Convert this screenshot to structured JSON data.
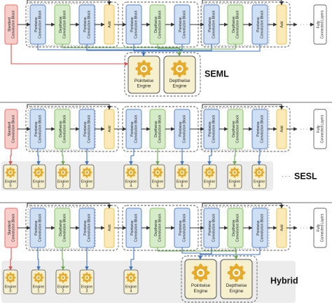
{
  "colors": {
    "red": "#ea6f6a",
    "red_fill": "#f7cdca",
    "blue": "#5b86c5",
    "blue_fill": "#cfe0f5",
    "green": "#8bbf6a",
    "green_fill": "#d6ecc9",
    "yellow": "#e8c45a",
    "yellow_fill": "#fbeab7",
    "gear": "#e6ab2b",
    "gear_hole": "#ffffff",
    "engine_fill": "#f6f0cf",
    "engine_border": "#555555",
    "grey_panel": "#ececec",
    "separator": "#8a8a8a",
    "line": "#333333"
  },
  "labels": {
    "standard": "Standard Convolution Block",
    "pointwise": "Pointwise Convolution Block",
    "depthwise": "Depthwise Convolution Block",
    "add": "Add",
    "fc": "Fully Connected Layers",
    "ellipsis": "· · · ·",
    "engine": "Engine",
    "pointwise_engine": "Pointwise Engine",
    "depthwise_engine": "Depthwise Engine"
  },
  "icons": {
    "engine": "gear-icon"
  },
  "panels": [
    {
      "id": "seml",
      "title": "SEML",
      "engines": []
    },
    {
      "id": "sesl",
      "title": "SESL",
      "title_ellipsis": "· · ·",
      "engines": [
        "0",
        "1",
        "2",
        "3",
        "4",
        "5",
        "6",
        "7",
        "8",
        "9"
      ]
    },
    {
      "id": "hybrid",
      "title": "Hybrid",
      "engines": [
        "0",
        "1",
        "2",
        "3",
        "4"
      ]
    }
  ]
}
